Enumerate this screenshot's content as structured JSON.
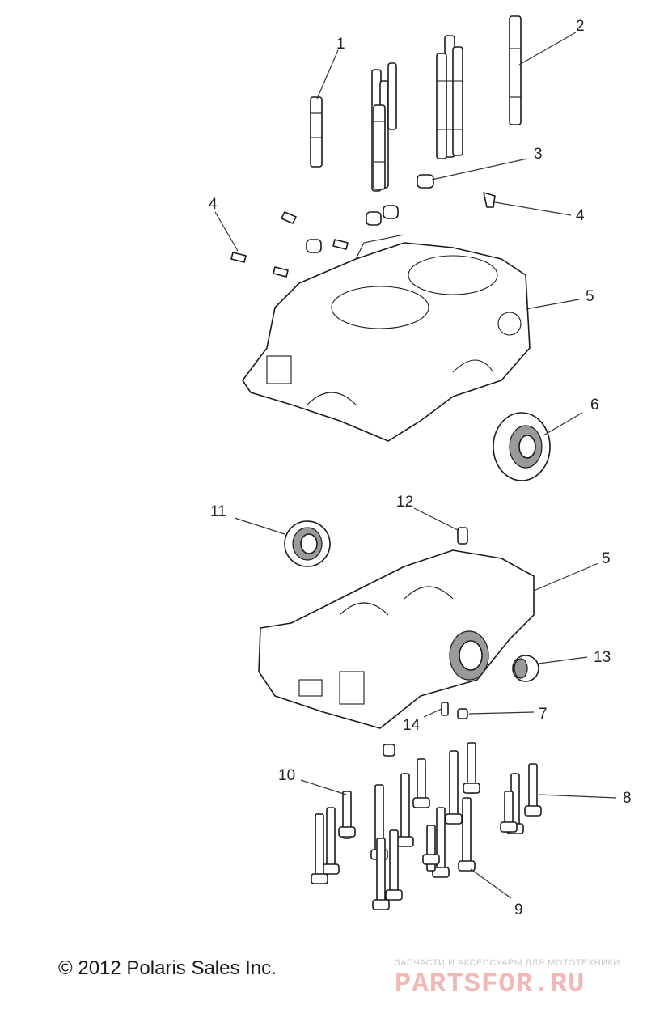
{
  "callouts": {
    "c1": "1",
    "c2": "2",
    "c3": "3",
    "c4a": "4",
    "c4b": "4",
    "c5a": "5",
    "c5b": "5",
    "c6": "6",
    "c7": "7",
    "c8": "8",
    "c9": "9",
    "c10": "10",
    "c11": "11",
    "c12": "12",
    "c13": "13",
    "c14": "14"
  },
  "footer": {
    "copyright": "© 2012 Polaris Sales Inc.",
    "watermark_tagline": "ЗАПЧАСТИ И АКСЕССУАРЫ ДЛЯ МОТОТЕХНИКИ",
    "watermark_logo": "PARTSFOR.RU"
  },
  "colors": {
    "line": "#1a1a1a",
    "watermark": "#f2b8b8"
  }
}
